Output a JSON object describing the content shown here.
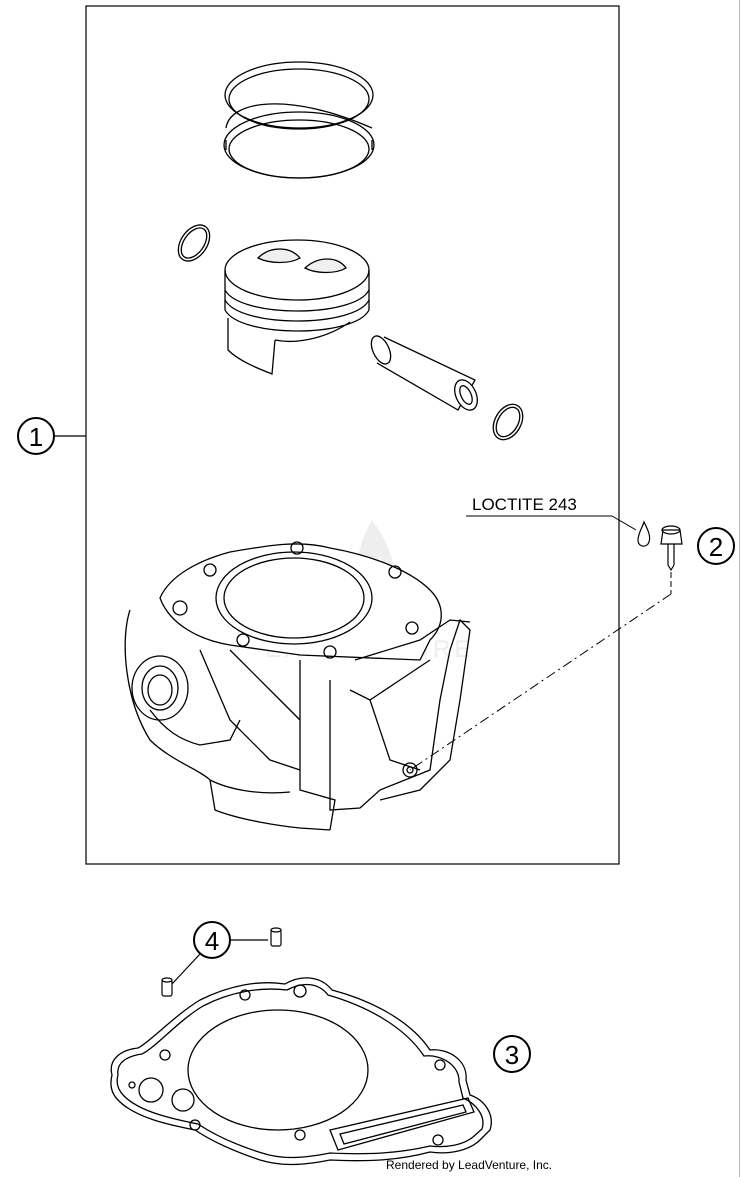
{
  "callouts": {
    "c1": "1",
    "c2": "2",
    "c3": "3",
    "c4": "4"
  },
  "note": {
    "loctite": "LOCTITE 243"
  },
  "watermark": "EARLY STORE",
  "credit": "Rendered by LeadVenture, Inc.",
  "colors": {
    "line": "#000000",
    "edge": "#e8a0a0",
    "watermark": "#d9d9d9"
  }
}
